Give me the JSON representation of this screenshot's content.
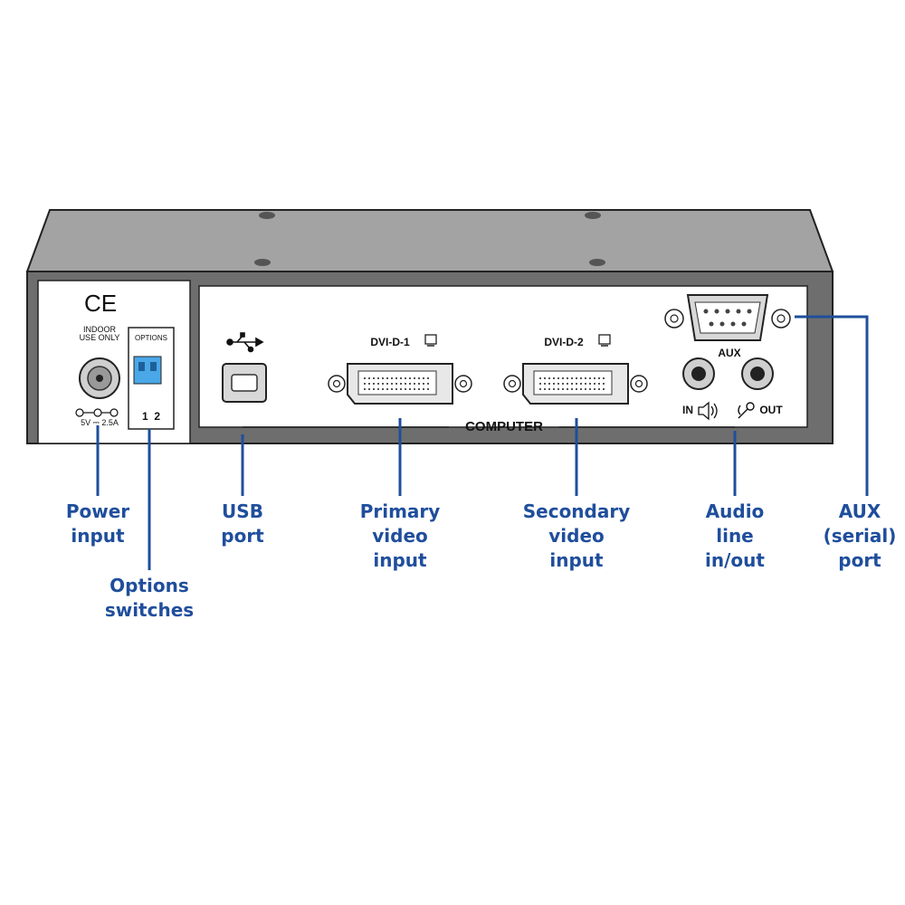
{
  "colors": {
    "callout": "#1f4e9c",
    "chassis_top": "#a3a3a3",
    "chassis_face": "#6e6e6e",
    "panel": "#ffffff",
    "dip": "#4aa8e8"
  },
  "panel": {
    "ce_mark": "CE",
    "indoor_text": "INDOOR\nUSE ONLY",
    "power_rating": "5V ⎓ 2.5A",
    "options_label": "OPTIONS",
    "option_numbers": "1  2",
    "dvi1_label": "DVI-D-1",
    "dvi2_label": "DVI-D-2",
    "computer_label": "COMPUTER",
    "aux_label": "AUX",
    "audio_in_label": "IN",
    "audio_out_label": "OUT"
  },
  "callouts": {
    "power": "Power\ninput",
    "options": "Options\nswitches",
    "usb": "USB\nport",
    "primary_video": "Primary\nvideo\ninput",
    "secondary_video": "Secondary\nvideo\ninput",
    "audio": "Audio\nline\nin/out",
    "aux": "AUX\n(serial)\nport"
  },
  "icons": [
    "usb-icon",
    "monitor-icon",
    "speaker-icon",
    "microphone-icon",
    "power-polarity-icon"
  ]
}
